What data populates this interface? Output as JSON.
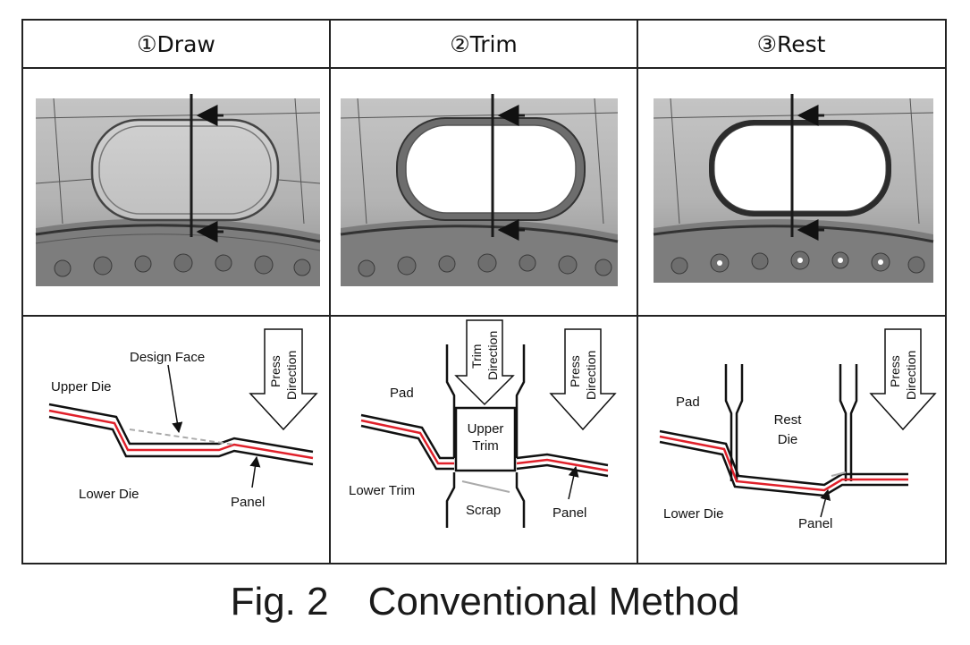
{
  "columns": [
    {
      "header": "①Draw"
    },
    {
      "header": "②Trim"
    },
    {
      "header": "③Rest"
    }
  ],
  "diagram_labels": {
    "draw": {
      "upper_die": "Upper Die",
      "design_face": "Design Face",
      "lower_die": "Lower Die",
      "panel": "Panel",
      "press_direction": [
        "Press",
        "Direction"
      ]
    },
    "trim": {
      "pad": "Pad",
      "trim_direction": [
        "Trim",
        "Direction"
      ],
      "upper_trim": [
        "Upper",
        "Trim"
      ],
      "lower_trim": "Lower Trim",
      "scrap": "Scrap",
      "panel": "Panel",
      "press_direction": [
        "Press",
        "Direction"
      ]
    },
    "rest": {
      "pad": "Pad",
      "rest_die": [
        "Rest",
        "Die"
      ],
      "lower_die": "Lower Die",
      "panel": "Panel",
      "press_direction": [
        "Press",
        "Direction"
      ]
    }
  },
  "caption": "Fig. 2 Conventional Method",
  "colors": {
    "panel_line": "#e0202a",
    "die_line": "#111111",
    "photo_gray": "#a9a9a9"
  }
}
